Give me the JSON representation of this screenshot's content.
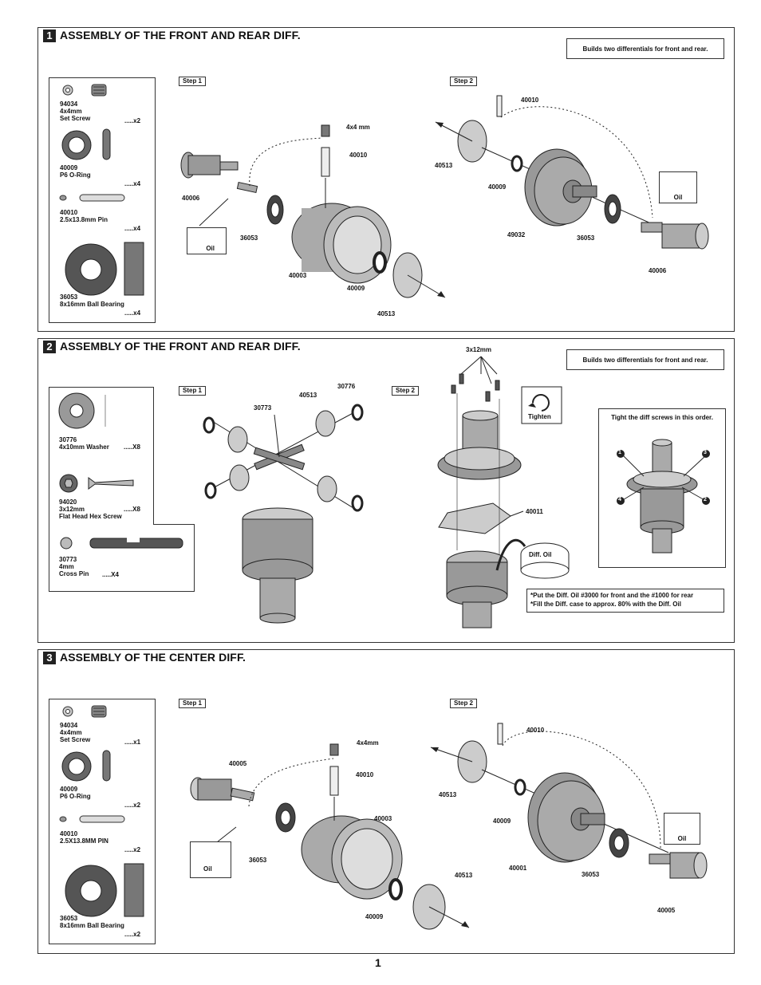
{
  "page_number": "1",
  "sections": [
    {
      "num": "1",
      "title": "ASSEMBLY OF THE FRONT AND REAR DIFF.",
      "note": "Builds two differentials for front and rear.",
      "step1": "Step 1",
      "step2": "Step 2",
      "parts": [
        {
          "code": "94034",
          "desc": "4x4mm\nSet Screw",
          "qty": ".....x2"
        },
        {
          "code": "40009",
          "desc": "P6 O-Ring",
          "qty": ".....x4"
        },
        {
          "code": "40010",
          "desc": "2.5x13.8mm Pin",
          "qty": ".....x4"
        },
        {
          "code": "36053",
          "desc": "8x16mm Ball Bearing",
          "qty": ".....x4"
        }
      ],
      "callouts": {
        "a": "4x4 mm",
        "b": "40010",
        "c": "40006",
        "d": "36053",
        "e": "40003",
        "f": "40009",
        "g": "40513",
        "h": "40010",
        "i": "40513",
        "j": "40009",
        "k": "49032",
        "l": "36053",
        "m": "40006",
        "oil1": "Oil",
        "oil2": "Oil"
      }
    },
    {
      "num": "2",
      "title": "ASSEMBLY OF THE FRONT AND REAR DIFF.",
      "note": "Builds two differentials for front and rear.",
      "step1": "Step 1",
      "step2": "Step 2",
      "parts": [
        {
          "code": "30776",
          "desc": "4x10mm Washer",
          "qty": ".....X8"
        },
        {
          "code": "94020",
          "desc": "3x12mm\nFlat Head Hex Screw",
          "qty": ".....X8"
        },
        {
          "code": "30773",
          "desc": "4mm\nCross Pin",
          "qty": ".....X4"
        }
      ],
      "callouts": {
        "a": "30773",
        "b": "40513",
        "c": "30776",
        "d": "3x12mm",
        "e": "40011",
        "tighten": "Tighten",
        "diffoil": "Diff. Oil"
      },
      "order_title": "Tight the diff screws in this order.",
      "order_nums": [
        "1",
        "2",
        "3",
        "4"
      ],
      "oil_note_1": "*Put the Diff. Oil #3000 for front and the #1000 for rear",
      "oil_note_2": "*Fill the Diff. case to approx. 80% with the Diff. Oil"
    },
    {
      "num": "3",
      "title": "ASSEMBLY OF THE CENTER DIFF.",
      "step1": "Step 1",
      "step2": "Step 2",
      "parts": [
        {
          "code": "94034",
          "desc": "4x4mm\nSet Screw",
          "qty": ".....x1"
        },
        {
          "code": "40009",
          "desc": "P6 O-Ring",
          "qty": ".....x2"
        },
        {
          "code": "40010",
          "desc": "2.5X13.8MM PIN",
          "qty": ".....x2"
        },
        {
          "code": "36053",
          "desc": "8x16mm Ball Bearing",
          "qty": ".....x2"
        }
      ],
      "callouts": {
        "a": "4x4mm",
        "b": "40010",
        "c": "40005",
        "d": "36053",
        "e": "40003",
        "f": "40009",
        "g": "40513",
        "h": "40010",
        "i": "40513",
        "j": "40009",
        "k": "40001",
        "l": "36053",
        "m": "40005",
        "oil1": "Oil",
        "oil2": "Oil"
      }
    }
  ]
}
